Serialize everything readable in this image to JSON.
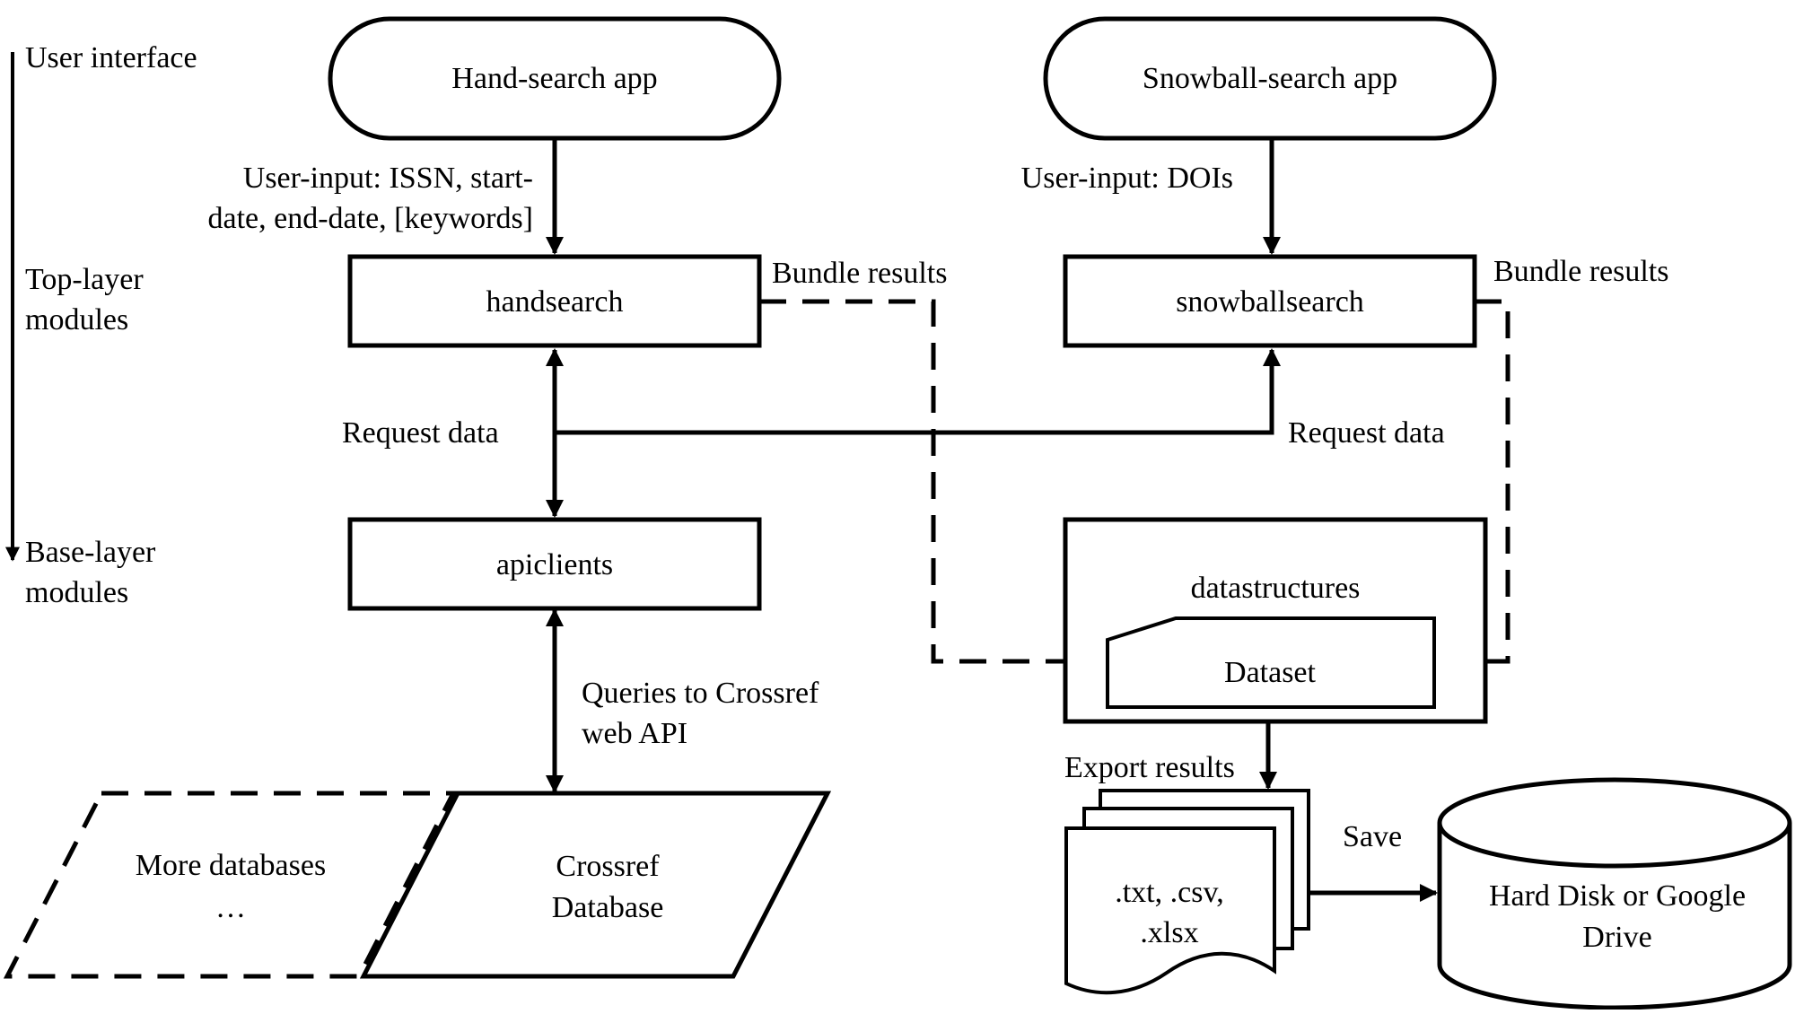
{
  "layers": {
    "user_interface": "User interface",
    "top_layer": [
      "Top-layer",
      "modules"
    ],
    "base_layer": [
      "Base-layer",
      "modules"
    ]
  },
  "nodes": {
    "hand_search_app": "Hand-search app",
    "snowball_search_app": "Snowball-search app",
    "handsearch": "handsearch",
    "snowballsearch": "snowballsearch",
    "apiclients": "apiclients",
    "datastructures": "datastructures",
    "dataset": "Dataset",
    "more_databases": [
      "More databases",
      "…"
    ],
    "crossref_database": [
      "Crossref",
      "Database"
    ],
    "export_files": [
      ".txt, .csv,",
      ".xlsx"
    ],
    "storage": [
      "Hard Disk or Google",
      "Drive"
    ]
  },
  "edges": {
    "hand_input": [
      "User-input: ISSN, start-",
      "date, end-date, [keywords]"
    ],
    "snowball_input": "User-input: DOIs",
    "bundle_results_left": "Bundle results",
    "bundle_results_right": "Bundle results",
    "request_data_left": "Request data",
    "request_data_right": "Request data",
    "queries": [
      "Queries to Crossref",
      "web API"
    ],
    "export_results": "Export results",
    "save": "Save"
  }
}
